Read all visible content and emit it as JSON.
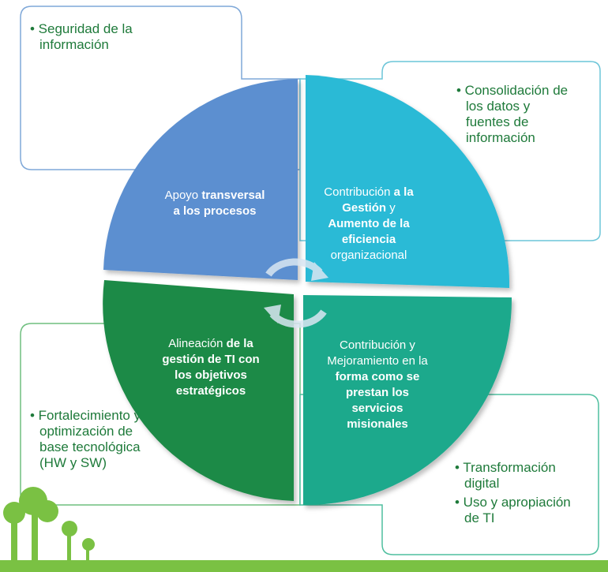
{
  "boxes": {
    "top_left": {
      "items": [
        "Seguridad de la información"
      ]
    },
    "top_right": {
      "items": [
        "Consolidación de los datos y fuentes de información"
      ]
    },
    "bottom_left": {
      "items": [
        "Fortalecimiento y optimización de base tecnológica (HW y SW)"
      ]
    },
    "bottom_right": {
      "items": [
        "Transformación digital",
        "Uso y apropiación de TI"
      ]
    }
  },
  "quadrants": {
    "top_left": {
      "segments": [
        {
          "text": "Apoyo ",
          "bold": false
        },
        {
          "text": "transversal",
          "bold": true
        },
        {
          "text": "a los procesos",
          "bold": true
        }
      ]
    },
    "top_right": {
      "segments": [
        {
          "text": "Contribución ",
          "bold": false
        },
        {
          "text": "a la",
          "bold": true
        },
        {
          "text": "Gestión",
          "bold": true
        },
        {
          "text": " y",
          "bold": false
        },
        {
          "text": "Aumento de la",
          "bold": true
        },
        {
          "text": "eficiencia",
          "bold": true
        },
        {
          "text": "organizacional",
          "bold": false
        }
      ]
    },
    "bottom_left": {
      "segments": [
        {
          "text": "Alineación ",
          "bold": false
        },
        {
          "text": "de la",
          "bold": true
        },
        {
          "text": "gestión de TI con",
          "bold": true
        },
        {
          "text": "los objetivos",
          "bold": true
        },
        {
          "text": "estratégicos",
          "bold": true
        }
      ]
    },
    "bottom_right": {
      "segments": [
        {
          "text": "Contribución y",
          "bold": false
        },
        {
          "text": "Mejoramiento en la",
          "bold": false
        },
        {
          "text": "forma como se",
          "bold": true
        },
        {
          "text": "prestan los",
          "bold": true
        },
        {
          "text": "servicios",
          "bold": true
        },
        {
          "text": "misionales",
          "bold": true
        }
      ]
    }
  },
  "colors": {
    "q_top_left": "#5b8fd0",
    "q_top_right": "#2bbad6",
    "q_bottom_left": "#1f8a46",
    "q_bottom_right": "#1fa98c",
    "box_text": "#1e7a3a",
    "ground": "#7ac143"
  },
  "icons": [
    "cycle-arrows-icon",
    "tree-silhouette-icon"
  ]
}
